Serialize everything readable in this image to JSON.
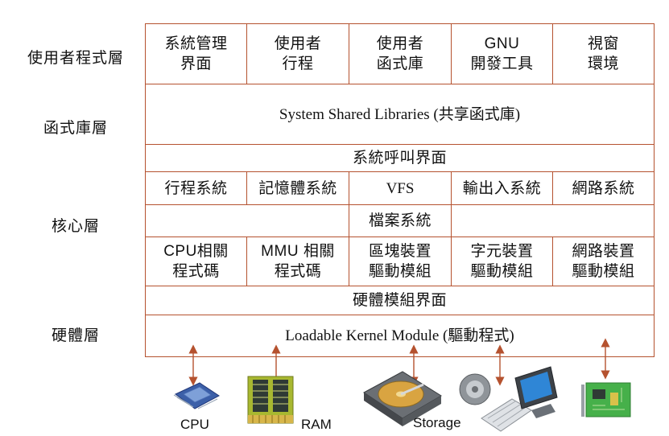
{
  "layers": {
    "user": "使用者程式層",
    "library": "函式庫層",
    "kernel": "核心層",
    "hardware": "硬體層"
  },
  "user_space": {
    "cells": [
      "系統管理\n界面",
      "使用者\n行程",
      "使用者\n函式庫",
      "GNU\n開發工具",
      "視窗\n環境"
    ]
  },
  "libraries": {
    "label": "System Shared Libraries (共享函式庫)"
  },
  "syscall": {
    "label": "系統呼叫界面"
  },
  "kernel": {
    "subsystems": [
      "行程系統",
      "記憶體系統",
      "VFS",
      "輸出入系統",
      "網路系統"
    ],
    "filesystem": "檔案系統",
    "drivers": [
      "CPU相關\n程式碼",
      "MMU 相關\n程式碼",
      "區塊裝置\n驅動模組",
      "字元裝置\n驅動模組",
      "網路裝置\n驅動模組"
    ],
    "module_interface": "硬體模組界面",
    "loadable": "Loadable Kernel Module (驅動程式)"
  },
  "hardware": {
    "cpu": "CPU",
    "ram": "RAM",
    "storage": "Storage"
  },
  "icons": [
    "cpu-chip-icon",
    "ram-module-icon",
    "hard-disk-icon",
    "speaker-icon",
    "keyboard-icon",
    "monitor-icon",
    "network-card-icon"
  ],
  "colors": {
    "border": "#b5522f",
    "arrow": "#b5522f"
  }
}
